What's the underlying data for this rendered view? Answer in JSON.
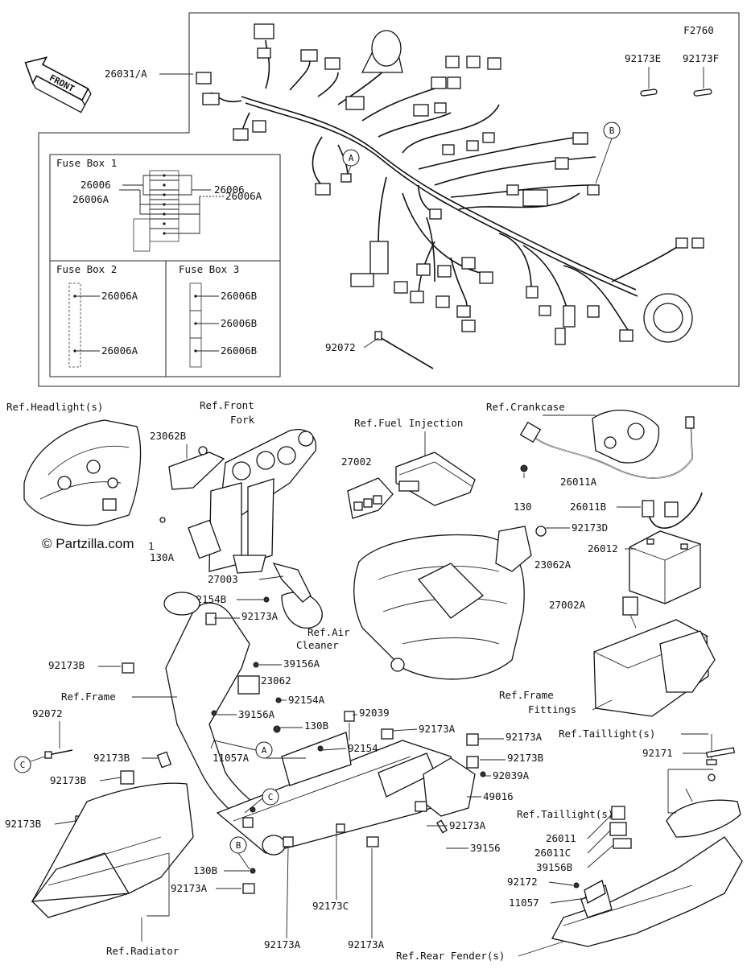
{
  "diagram": {
    "figure_code": "F2760",
    "front_label": "FRONT",
    "watermark": "© Partzilla.com",
    "fuse_box_1": {
      "title": "Fuse Box 1",
      "labels": [
        "26006",
        "26006A",
        "26006",
        "26006A"
      ]
    },
    "fuse_box_2": {
      "title": "Fuse Box 2",
      "labels": [
        "26006A",
        "26006A"
      ]
    },
    "fuse_box_3": {
      "title": "Fuse Box 3",
      "labels": [
        "26006B",
        "26006B",
        "26006B"
      ]
    },
    "callouts": [
      "A",
      "B",
      "A",
      "C",
      "B",
      "C"
    ],
    "labels": [
      "26031/A",
      "92173E",
      "92173F",
      "92072",
      "Ref.Headlight(s)",
      "Ref.Front",
      "Fork",
      "23062B",
      "Ref.Fuel Injection",
      "27002",
      "Ref.Crankcase",
      "26011A",
      "130",
      "26011B",
      "92173D",
      "26012",
      "23062A",
      "27002A",
      "1",
      "130A",
      "27003",
      "92154B",
      "92173A",
      "Ref.Air",
      "Cleaner",
      "39156A",
      "23062",
      "92154A",
      "92173B",
      "Ref.Frame",
      "39156A",
      "92072",
      "92039",
      "130B",
      "92173A",
      "92154",
      "92173A",
      "Ref.Frame",
      "Fittings",
      "Ref.Taillight(s)",
      "92171",
      "92173B",
      "92173B",
      "11057A",
      "92173B",
      "92039A",
      "49016",
      "Ref.Taillight(s)",
      "92173A",
      "92173B",
      "39156",
      "26011",
      "26011C",
      "39156B",
      "92172",
      "11057",
      "130B",
      "92173A",
      "92173C",
      "Ref.Radiator",
      "92173A",
      "92173A",
      "Ref.Rear Fender(s)"
    ]
  }
}
